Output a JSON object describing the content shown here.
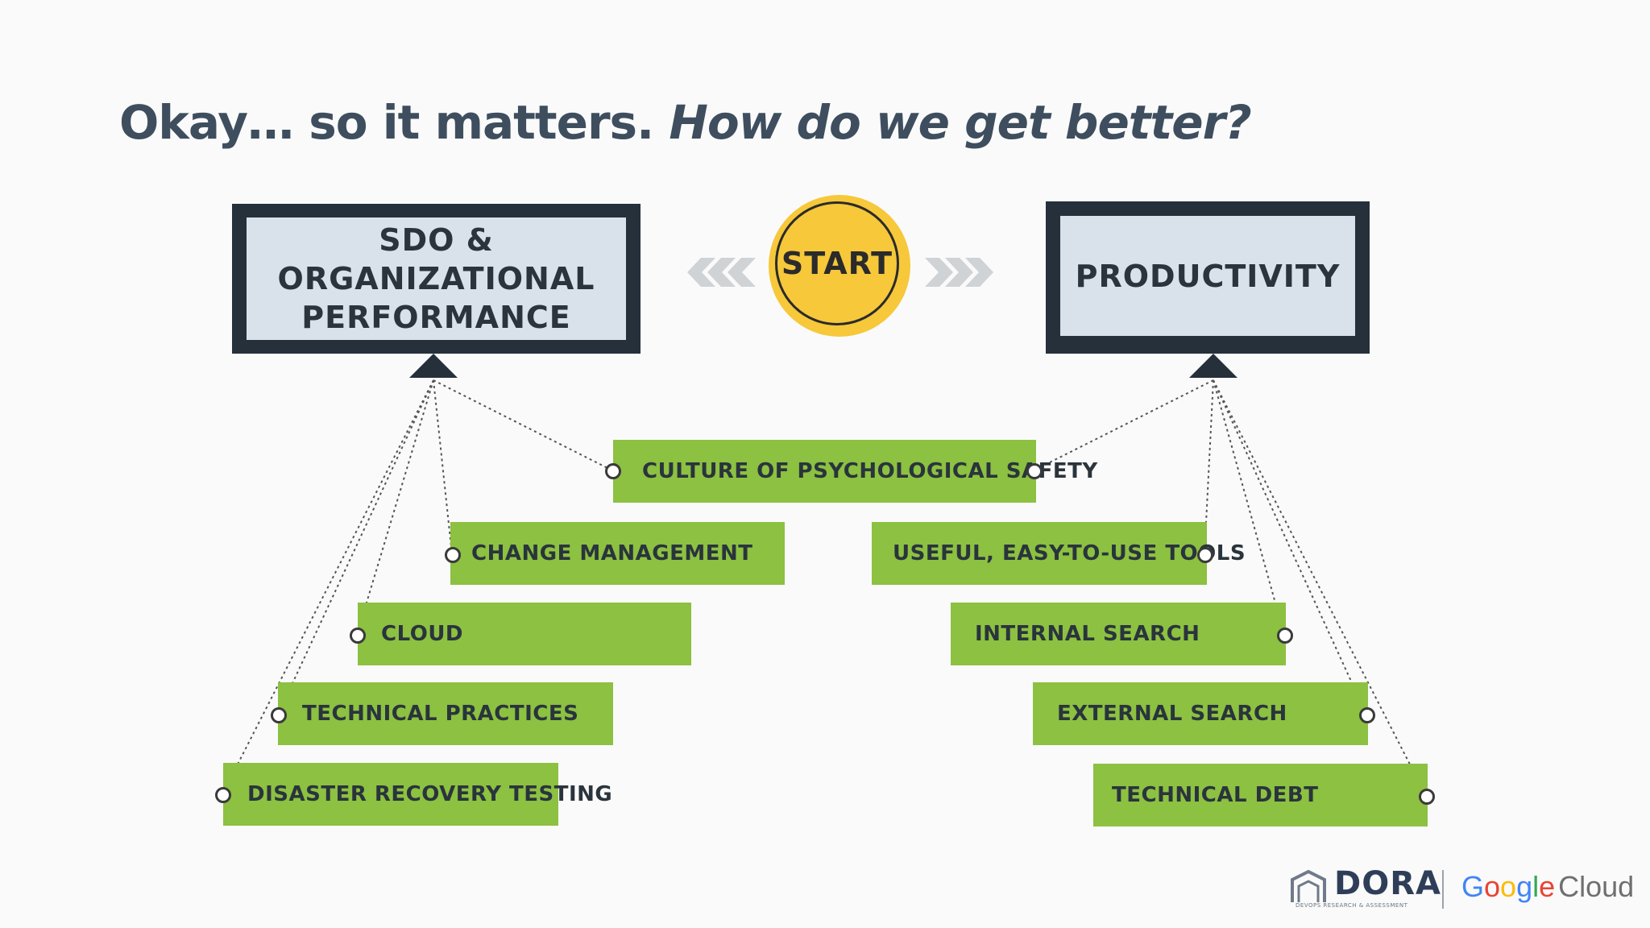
{
  "title": {
    "main": "Okay… so it matters.",
    "italic": "How do we get better?"
  },
  "left_target": "SDO & ORGANIZATIONAL PERFORMANCE",
  "right_target": "PRODUCTIVITY",
  "start_label": "START",
  "center_item": "CULTURE OF PSYCHOLOGICAL SAFETY",
  "left_items": [
    "CHANGE MANAGEMENT",
    "CLOUD",
    "TECHNICAL PRACTICES",
    "DISASTER RECOVERY TESTING"
  ],
  "right_items": [
    "USEFUL, EASY-TO-USE TOOLS",
    "INTERNAL SEARCH",
    "EXTERNAL SEARCH",
    "TECHNICAL DEBT"
  ],
  "logos": {
    "dora": "DORA",
    "dora_tagline": "DEVOPS RESEARCH & ASSESSMENT",
    "google_letters": [
      "G",
      "o",
      "o",
      "g",
      "l",
      "e"
    ],
    "cloud": "Cloud"
  },
  "colors": {
    "title": "#3e4e5e",
    "box_frame": "#26303b",
    "box_fill": "#d9e2ea",
    "item_green": "#8cc141",
    "start_yellow": "#f6c83a",
    "chevron_gray": "#cfd3d6",
    "google": [
      "#4285F4",
      "#EA4335",
      "#FBBC05",
      "#4285F4",
      "#34A853",
      "#EA4335"
    ]
  }
}
